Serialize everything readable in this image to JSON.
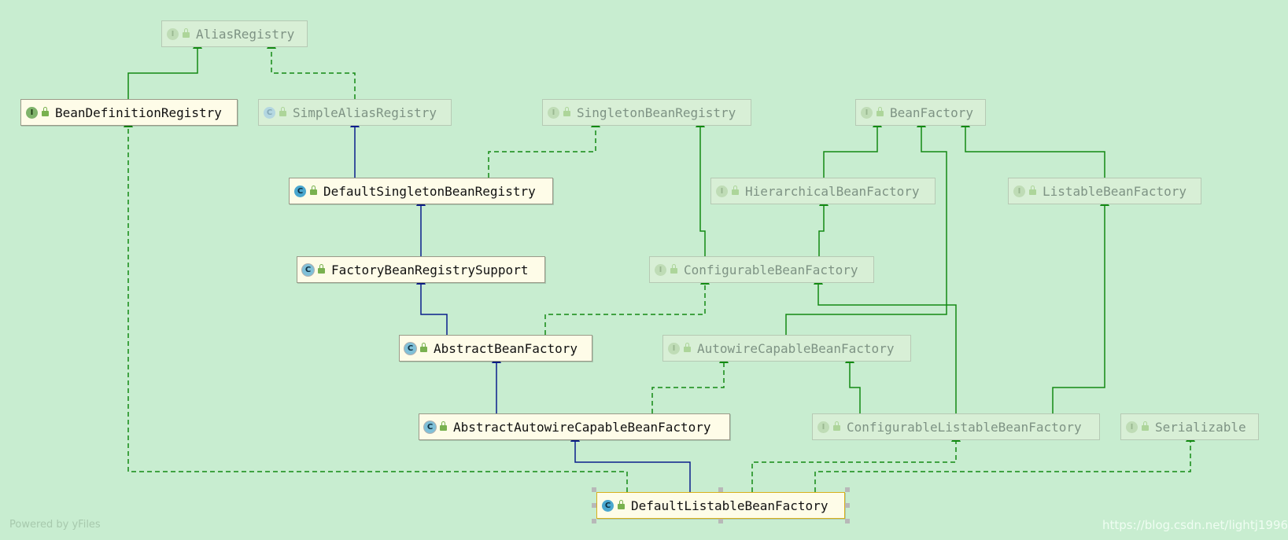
{
  "diagram": {
    "nodes": {
      "AliasRegistry": {
        "label": "AliasRegistry",
        "kind": "interface",
        "state": "dim"
      },
      "BeanDefinitionRegistry": {
        "label": "BeanDefinitionRegistry",
        "kind": "interface",
        "state": "active"
      },
      "SimpleAliasRegistry": {
        "label": "SimpleAliasRegistry",
        "kind": "class",
        "state": "dim"
      },
      "SingletonBeanRegistry": {
        "label": "SingletonBeanRegistry",
        "kind": "interface",
        "state": "dim"
      },
      "BeanFactory": {
        "label": "BeanFactory",
        "kind": "interface",
        "state": "dim"
      },
      "DefaultSingletonBeanRegistry": {
        "label": "DefaultSingletonBeanRegistry",
        "kind": "class",
        "state": "active"
      },
      "HierarchicalBeanFactory": {
        "label": "HierarchicalBeanFactory",
        "kind": "interface",
        "state": "dim"
      },
      "ListableBeanFactory": {
        "label": "ListableBeanFactory",
        "kind": "interface",
        "state": "dim"
      },
      "FactoryBeanRegistrySupport": {
        "label": "FactoryBeanRegistrySupport",
        "kind": "abstract-class",
        "state": "active"
      },
      "ConfigurableBeanFactory": {
        "label": "ConfigurableBeanFactory",
        "kind": "interface",
        "state": "dim"
      },
      "AbstractBeanFactory": {
        "label": "AbstractBeanFactory",
        "kind": "abstract-class",
        "state": "active"
      },
      "AutowireCapableBeanFactory": {
        "label": "AutowireCapableBeanFactory",
        "kind": "interface",
        "state": "dim"
      },
      "AbstractAutowireCapableBeanFactory": {
        "label": "AbstractAutowireCapableBeanFactory",
        "kind": "abstract-class",
        "state": "active"
      },
      "ConfigurableListableBeanFactory": {
        "label": "ConfigurableListableBeanFactory",
        "kind": "interface",
        "state": "dim"
      },
      "Serializable": {
        "label": "Serializable",
        "kind": "interface",
        "state": "dim"
      },
      "DefaultListableBeanFactory": {
        "label": "DefaultListableBeanFactory",
        "kind": "class",
        "state": "selected"
      }
    },
    "edges": [
      {
        "from": "BeanDefinitionRegistry",
        "to": "AliasRegistry",
        "type": "extends"
      },
      {
        "from": "SimpleAliasRegistry",
        "to": "AliasRegistry",
        "type": "implements"
      },
      {
        "from": "DefaultSingletonBeanRegistry",
        "to": "SimpleAliasRegistry",
        "type": "class-extends"
      },
      {
        "from": "DefaultSingletonBeanRegistry",
        "to": "SingletonBeanRegistry",
        "type": "implements"
      },
      {
        "from": "FactoryBeanRegistrySupport",
        "to": "DefaultSingletonBeanRegistry",
        "type": "class-extends"
      },
      {
        "from": "AbstractBeanFactory",
        "to": "FactoryBeanRegistrySupport",
        "type": "class-extends"
      },
      {
        "from": "AbstractBeanFactory",
        "to": "ConfigurableBeanFactory",
        "type": "implements"
      },
      {
        "from": "AbstractAutowireCapableBeanFactory",
        "to": "AbstractBeanFactory",
        "type": "class-extends"
      },
      {
        "from": "AbstractAutowireCapableBeanFactory",
        "to": "AutowireCapableBeanFactory",
        "type": "implements"
      },
      {
        "from": "DefaultListableBeanFactory",
        "to": "AbstractAutowireCapableBeanFactory",
        "type": "class-extends"
      },
      {
        "from": "DefaultListableBeanFactory",
        "to": "BeanDefinitionRegistry",
        "type": "implements"
      },
      {
        "from": "DefaultListableBeanFactory",
        "to": "ConfigurableListableBeanFactory",
        "type": "implements"
      },
      {
        "from": "DefaultListableBeanFactory",
        "to": "Serializable",
        "type": "implements"
      },
      {
        "from": "HierarchicalBeanFactory",
        "to": "BeanFactory",
        "type": "extends"
      },
      {
        "from": "ListableBeanFactory",
        "to": "BeanFactory",
        "type": "extends"
      },
      {
        "from": "AutowireCapableBeanFactory",
        "to": "BeanFactory",
        "type": "extends"
      },
      {
        "from": "ConfigurableBeanFactory",
        "to": "HierarchicalBeanFactory",
        "type": "extends"
      },
      {
        "from": "ConfigurableBeanFactory",
        "to": "SingletonBeanRegistry",
        "type": "extends"
      },
      {
        "from": "ConfigurableListableBeanFactory",
        "to": "ListableBeanFactory",
        "type": "extends"
      },
      {
        "from": "ConfigurableListableBeanFactory",
        "to": "AutowireCapableBeanFactory",
        "type": "extends"
      },
      {
        "from": "ConfigurableListableBeanFactory",
        "to": "ConfigurableBeanFactory",
        "type": "extends"
      }
    ],
    "colors": {
      "extends": "#128a12",
      "implements": "#128a12",
      "class-extends": "#0a1e8c",
      "background": "#c8edd0"
    },
    "icons": {
      "interface": "interface-icon",
      "class": "class-icon",
      "abstract-class": "abstract-class-icon",
      "visibility": "public-lock-icon"
    }
  },
  "footer": {
    "powered_by": "Powered by yFiles",
    "watermark": "https://blog.csdn.net/lightj1996"
  }
}
